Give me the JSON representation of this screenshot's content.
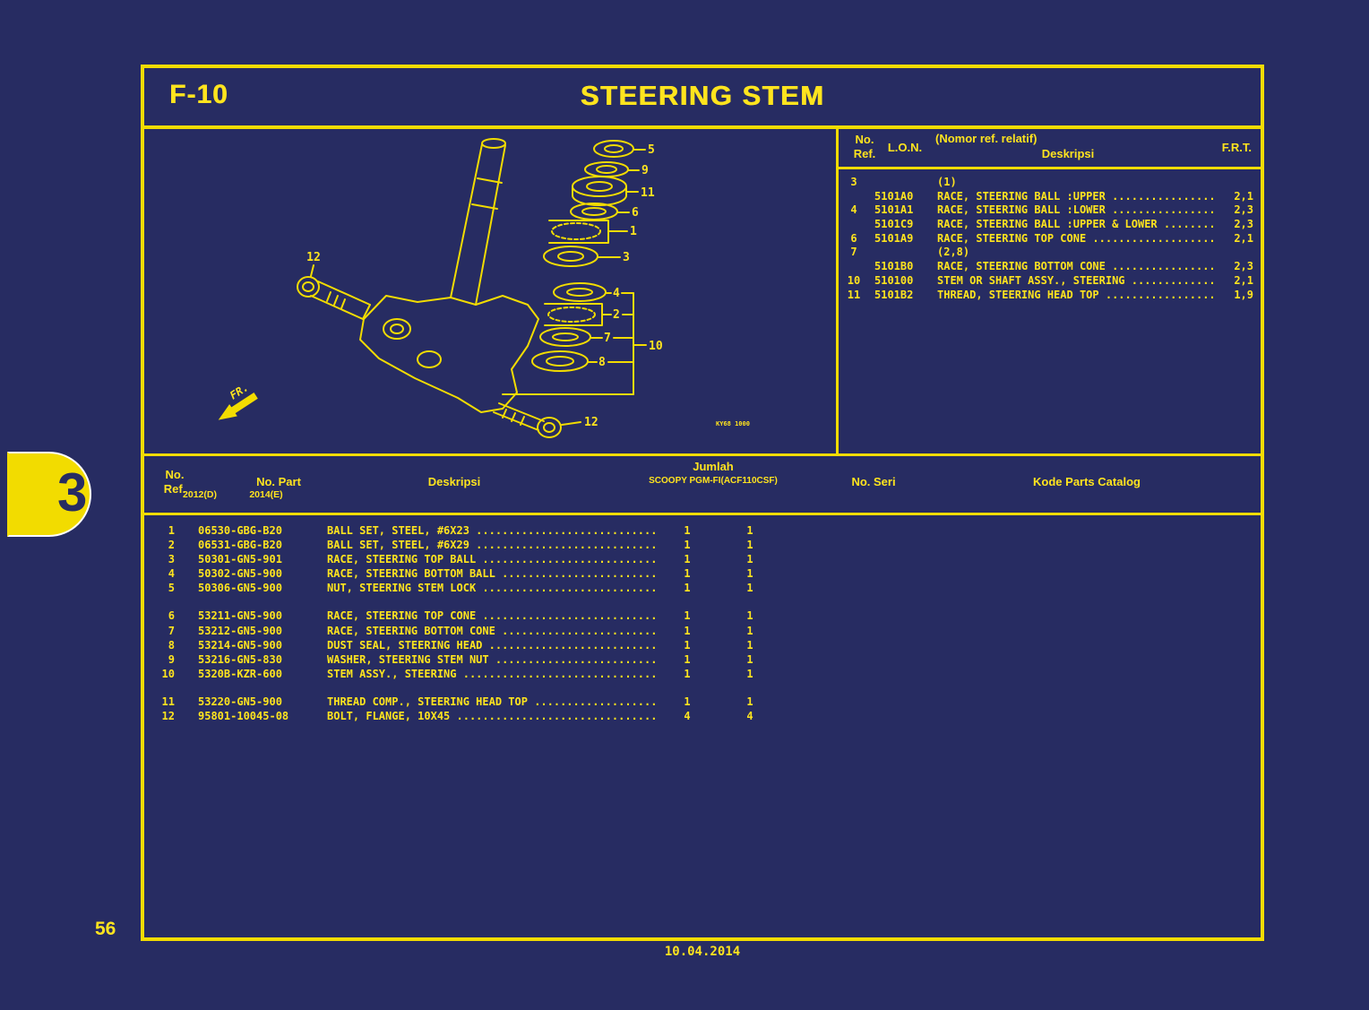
{
  "colors": {
    "background": "#272c62",
    "accent_yellow": "#F2DC00",
    "text_yellow": "#FFE41E",
    "badge_outline": "#ffffff"
  },
  "page": {
    "tab_number": "3",
    "page_number": "56",
    "footer_date": "10.04.2014"
  },
  "header": {
    "section_code": "F-10",
    "title": "STEERING STEM"
  },
  "diagram": {
    "callouts": {
      "c5": "5",
      "c9": "9",
      "c11": "11",
      "c6": "6",
      "c1": "1",
      "c3": "3",
      "c4": "4",
      "c2": "2",
      "c7": "7",
      "c8": "8",
      "c10": "10",
      "c12_upper": "12",
      "c12_lower": "12",
      "fr_label": "FR.",
      "drawing_code": "KY68 1000"
    }
  },
  "ref_table": {
    "headers": {
      "no_ref": "No.\nRef.",
      "lon": "L.O.N.",
      "nomor": "(Nomor ref. relatif)",
      "deskripsi": "Deskripsi",
      "frt": "F.R.T."
    },
    "rows": [
      {
        "no": "3",
        "lon": "",
        "desc": "(1)",
        "frt": ""
      },
      {
        "no": "",
        "lon": "5101A0",
        "desc": "RACE, STEERING BALL :UPPER ................",
        "frt": "2,1"
      },
      {
        "no": "4",
        "lon": "5101A1",
        "desc": "RACE, STEERING BALL :LOWER ................",
        "frt": "2,3"
      },
      {
        "no": "",
        "lon": "5101C9",
        "desc": "RACE, STEERING BALL :UPPER & LOWER ........",
        "frt": "2,3"
      },
      {
        "no": "6",
        "lon": "5101A9",
        "desc": "RACE, STEERING TOP CONE ...................",
        "frt": "2,1"
      },
      {
        "no": "7",
        "lon": "",
        "desc": "(2,8)",
        "frt": ""
      },
      {
        "no": "",
        "lon": "5101B0",
        "desc": "RACE, STEERING BOTTOM CONE ................",
        "frt": "2,3"
      },
      {
        "no": "10",
        "lon": "510100",
        "desc": "STEM OR SHAFT ASSY., STEERING .............",
        "frt": "2,1"
      },
      {
        "no": "11",
        "lon": "5101B2",
        "desc": "THREAD, STEERING HEAD TOP .................",
        "frt": "1,9"
      }
    ]
  },
  "parts_table": {
    "headers": {
      "no_ref": "No.\nRef.",
      "no_part": "No. Part",
      "deskripsi": "Deskripsi",
      "jumlah": "Jumlah",
      "model": "SCOOPY PGM-FI(ACF110CSF)",
      "year1": "2012(D)",
      "year2": "2014(E)",
      "no_seri": "No. Seri",
      "kode": "Kode Parts Catalog"
    },
    "groups": [
      [
        {
          "ref": "1",
          "part": "06530-GBG-B20",
          "desc": "BALL SET, STEEL, #6X23 ............................",
          "q1": "1",
          "q2": "1"
        },
        {
          "ref": "2",
          "part": "06531-GBG-B20",
          "desc": "BALL SET, STEEL, #6X29 ............................",
          "q1": "1",
          "q2": "1"
        },
        {
          "ref": "3",
          "part": "50301-GN5-901",
          "desc": "RACE, STEERING TOP BALL ...........................",
          "q1": "1",
          "q2": "1"
        },
        {
          "ref": "4",
          "part": "50302-GN5-900",
          "desc": "RACE, STEERING BOTTOM BALL ........................",
          "q1": "1",
          "q2": "1"
        },
        {
          "ref": "5",
          "part": "50306-GN5-900",
          "desc": "NUT, STEERING STEM LOCK ...........................",
          "q1": "1",
          "q2": "1"
        }
      ],
      [
        {
          "ref": "6",
          "part": "53211-GN5-900",
          "desc": "RACE, STEERING TOP CONE ...........................",
          "q1": "1",
          "q2": "1"
        },
        {
          "ref": "7",
          "part": "53212-GN5-900",
          "desc": "RACE, STEERING BOTTOM CONE ........................",
          "q1": "1",
          "q2": "1"
        },
        {
          "ref": "8",
          "part": "53214-GN5-900",
          "desc": "DUST SEAL, STEERING HEAD ..........................",
          "q1": "1",
          "q2": "1"
        },
        {
          "ref": "9",
          "part": "53216-GN5-830",
          "desc": "WASHER, STEERING STEM NUT .........................",
          "q1": "1",
          "q2": "1"
        },
        {
          "ref": "10",
          "part": "5320B-KZR-600",
          "desc": "STEM ASSY., STEERING ..............................",
          "q1": "1",
          "q2": "1"
        }
      ],
      [
        {
          "ref": "11",
          "part": "53220-GN5-900",
          "desc": "THREAD COMP., STEERING HEAD TOP ...................",
          "q1": "1",
          "q2": "1"
        },
        {
          "ref": "12",
          "part": "95801-10045-08",
          "desc": "BOLT, FLANGE, 10X45 ...............................",
          "q1": "4",
          "q2": "4"
        }
      ]
    ]
  }
}
